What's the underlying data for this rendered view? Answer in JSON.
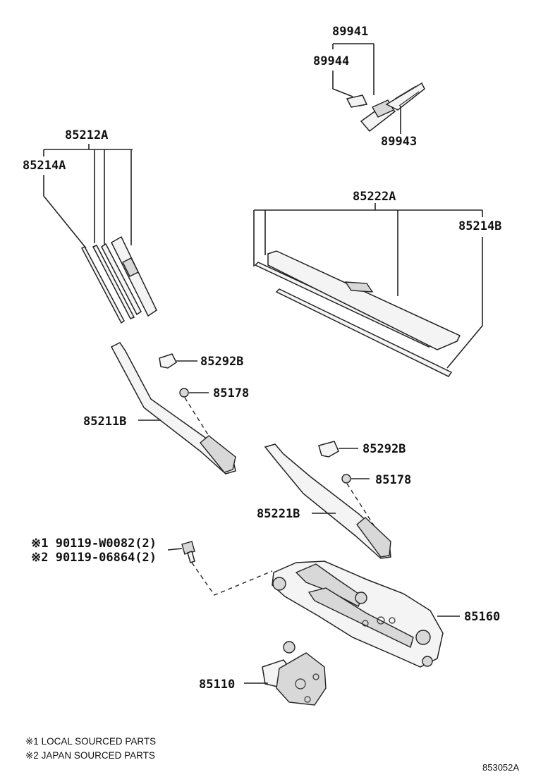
{
  "labels": {
    "p89941": "89941",
    "p89944": "89944",
    "p89943": "89943",
    "p85212A": "85212A",
    "p85214A": "85214A",
    "p85222A": "85222A",
    "p85214B": "85214B",
    "p85292B_1": "85292B",
    "p85178_1": "85178",
    "p85211B": "85211B",
    "p85292B_2": "85292B",
    "p85178_2": "85178",
    "p85221B": "85221B",
    "bolt1": "※1  90119-W0082(2)",
    "bolt2": "※2  90119-06864(2)",
    "p85160": "85160",
    "p85110": "85110"
  },
  "notes": {
    "local": "※1 LOCAL SOURCED PARTS",
    "japan": "※2 JAPAN SOURCED PARTS"
  },
  "drawing_code": "853052A"
}
